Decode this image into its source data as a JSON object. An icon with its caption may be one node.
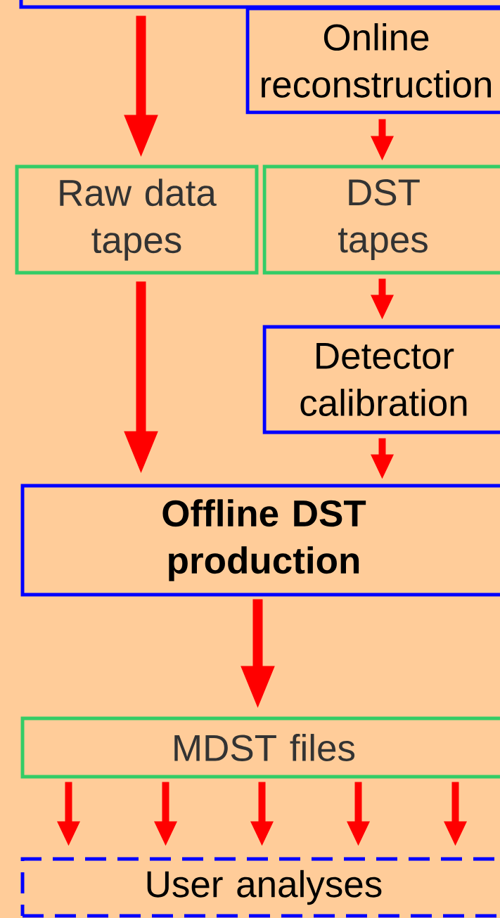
{
  "diagram": {
    "nodes": [
      {
        "text": [],
        "shape": "box"
      },
      {
        "text": [
          "Online reconstruction"
        ]
      },
      {
        "text": [
          "Raw data tapes"
        ]
      },
      {
        "text": [
          "DST tapes"
        ]
      },
      {
        "text": [
          "Detector calibration"
        ]
      },
      {
        "text": [
          "Offline DST production"
        ]
      },
      {
        "text": [
          "MDST files"
        ]
      },
      {
        "text": [
          "User analyses"
        ]
      }
    ],
    "edges": [
      {
        "from": 0,
        "to": 2,
        "arrow": "to"
      },
      {
        "from": 1,
        "to": 3,
        "arrow": "to"
      },
      {
        "from": 2,
        "to": 5,
        "arrow": "to"
      },
      {
        "from": 3,
        "to": 4,
        "arrow": "to"
      },
      {
        "from": 4,
        "to": 5,
        "arrow": "to"
      },
      {
        "from": 5,
        "to": 6,
        "arrow": "to"
      },
      {
        "from": 6,
        "to": 7,
        "arrow": "to"
      },
      {
        "from": 6,
        "to": 7,
        "arrow": "to"
      },
      {
        "from": 6,
        "to": 7,
        "arrow": "to"
      },
      {
        "from": 6,
        "to": 7,
        "arrow": "to"
      },
      {
        "from": 6,
        "to": 7,
        "arrow": "to"
      }
    ]
  }
}
